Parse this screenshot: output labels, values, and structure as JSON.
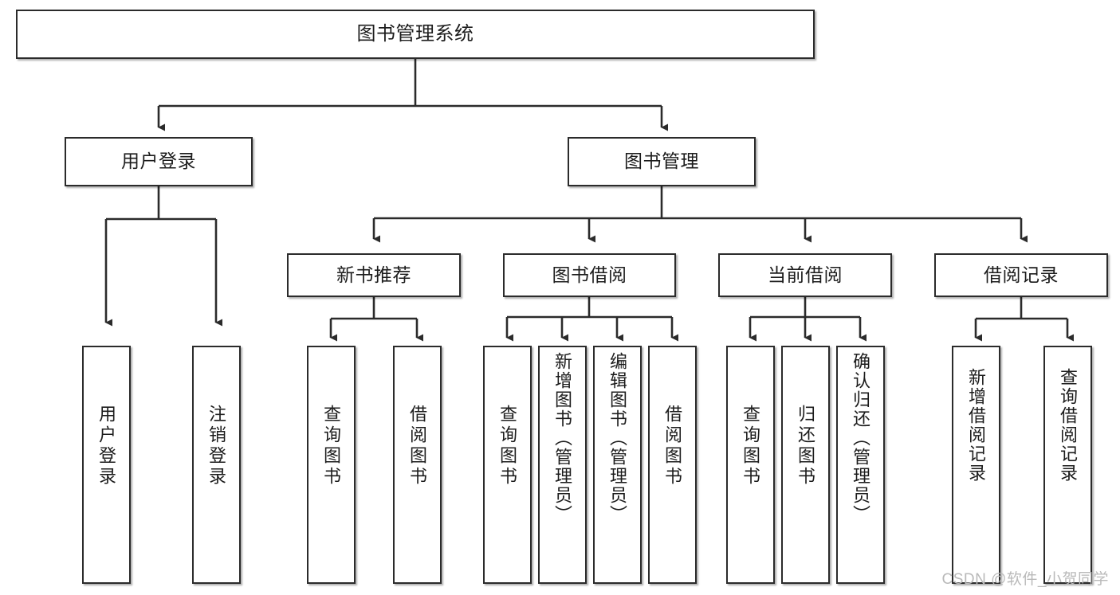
{
  "diagram": {
    "type": "tree-hierarchy",
    "title": "图书管理系统",
    "root": {
      "id": "root",
      "label": "图书管理系统"
    },
    "level2": [
      {
        "id": "user-login",
        "label": "用户登录"
      },
      {
        "id": "book-manage",
        "label": "图书管理"
      }
    ],
    "level3": [
      {
        "id": "new-book-recommend",
        "label": "新书推荐",
        "parent": "book-manage"
      },
      {
        "id": "book-borrow",
        "label": "图书借阅",
        "parent": "book-manage"
      },
      {
        "id": "current-borrow",
        "label": "当前借阅",
        "parent": "book-manage"
      },
      {
        "id": "borrow-record",
        "label": "借阅记录",
        "parent": "book-manage"
      }
    ],
    "leaves": [
      {
        "id": "leaf-user-login",
        "label": "用户登录",
        "parent": "user-login"
      },
      {
        "id": "leaf-logout-login",
        "label": "注销登录",
        "parent": "user-login"
      },
      {
        "id": "leaf-query-book-1",
        "label": "查询图书",
        "parent": "new-book-recommend"
      },
      {
        "id": "leaf-borrow-book-1",
        "label": "借阅图书",
        "parent": "new-book-recommend"
      },
      {
        "id": "leaf-query-book-2",
        "label": "查询图书",
        "parent": "book-borrow"
      },
      {
        "id": "leaf-add-book",
        "label": "新增图书（管理员）",
        "parent": "book-borrow"
      },
      {
        "id": "leaf-edit-book",
        "label": "编辑图书（管理员）",
        "parent": "book-borrow"
      },
      {
        "id": "leaf-borrow-book-2",
        "label": "借阅图书",
        "parent": "book-borrow"
      },
      {
        "id": "leaf-query-book-3",
        "label": "查询图书",
        "parent": "current-borrow"
      },
      {
        "id": "leaf-return-book",
        "label": "归还图书",
        "parent": "current-borrow"
      },
      {
        "id": "leaf-confirm-return",
        "label": "确认归还（管理员）",
        "parent": "current-borrow"
      },
      {
        "id": "leaf-add-record",
        "label": "新增借阅记录",
        "parent": "borrow-record"
      },
      {
        "id": "leaf-query-record",
        "label": "查询借阅记录",
        "parent": "borrow-record"
      }
    ],
    "watermark": "CSDN @软件_小贺同学",
    "colors": {
      "box_border": "#2b2b2b",
      "box_fill": "#ffffff",
      "connector": "#2b2b2b",
      "text": "#1c1c1c",
      "watermark": "#b9b9b9",
      "background": "#ffffff"
    }
  }
}
